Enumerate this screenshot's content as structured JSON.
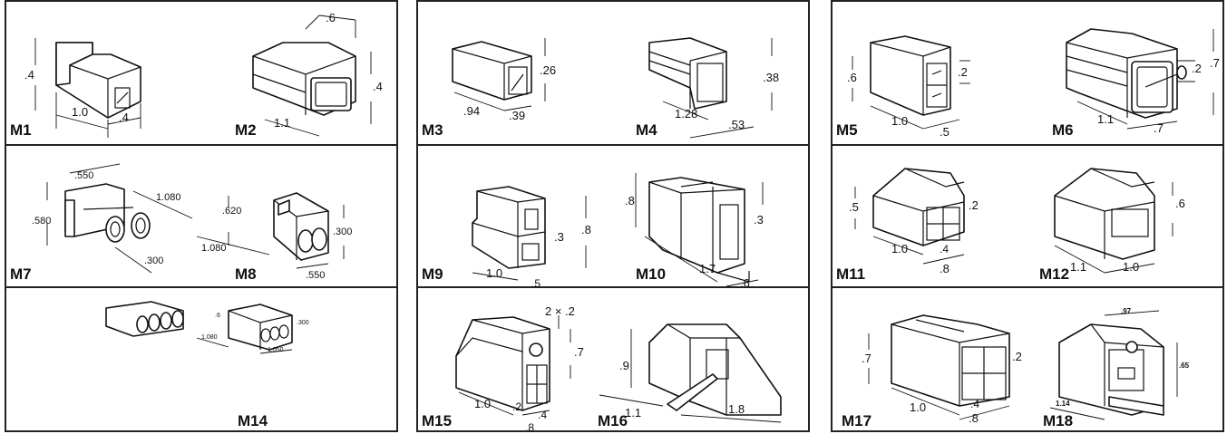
{
  "labels": {
    "m1": "M1",
    "m2": "M2",
    "m3": "M3",
    "m4": "M4",
    "m5": "M5",
    "m6": "M6",
    "m7": "M7",
    "m8": "M8",
    "m9": "M9",
    "m10": "M10",
    "m11": "M11",
    "m12": "M12",
    "m14": "M14",
    "m15": "M15",
    "m16": "M16",
    "m17": "M17",
    "m18": "M18"
  },
  "dims": {
    "m1": {
      "h": ".4",
      "l": "1.0",
      "w": ".4"
    },
    "m2": {
      "top": ".6",
      "h": ".4",
      "l": "1.1"
    },
    "m3": {
      "h": ".26",
      "l": ".94",
      "w": ".39"
    },
    "m4": {
      "h": ".38",
      "l": "1.28",
      "w": ".53"
    },
    "m5": {
      "h": ".6",
      "pin": ".2",
      "l": "1.0",
      "w": ".5"
    },
    "m6": {
      "pin": ".2",
      "h": ".7",
      "l": "1.1",
      "w": ".7"
    },
    "m7": {
      "top": ".550",
      "h": ".580",
      "l": "1.080",
      "w": ".300"
    },
    "m8": {
      "h": ".620",
      "l": "1.080",
      "r": ".300",
      "w": ".550"
    },
    "m9": {
      "h": ".8",
      "pin": ".3",
      "l": "1.0",
      "w": ".5"
    },
    "m10": {
      "h": ".8",
      "pin": ".3",
      "l": "1.7",
      "w": ".6"
    },
    "m11": {
      "h": ".5",
      "pin": ".2",
      "l": "1.0",
      "p1": ".4",
      "w": ".8"
    },
    "m12": {
      "h": ".6",
      "l1": "1.1",
      "l2": "1.0"
    },
    "m14": {
      "h": ".6",
      "l": "1.080",
      "w": "1.050",
      "r": ".300"
    },
    "m15": {
      "top": "2 × .2",
      "h": ".7",
      "l": "1.0",
      "p1": ".2",
      "p2": ".4",
      "w": ".8"
    },
    "m16": {
      "h": ".9",
      "l1": "1.1",
      "l2": "1.8"
    },
    "m17": {
      "h": ".7",
      "pin": ".2",
      "l": "1.0",
      "p1": ".4",
      "w": ".8"
    },
    "m18": {
      "top": ".97",
      "h": ".65",
      "l": "1.14"
    }
  }
}
